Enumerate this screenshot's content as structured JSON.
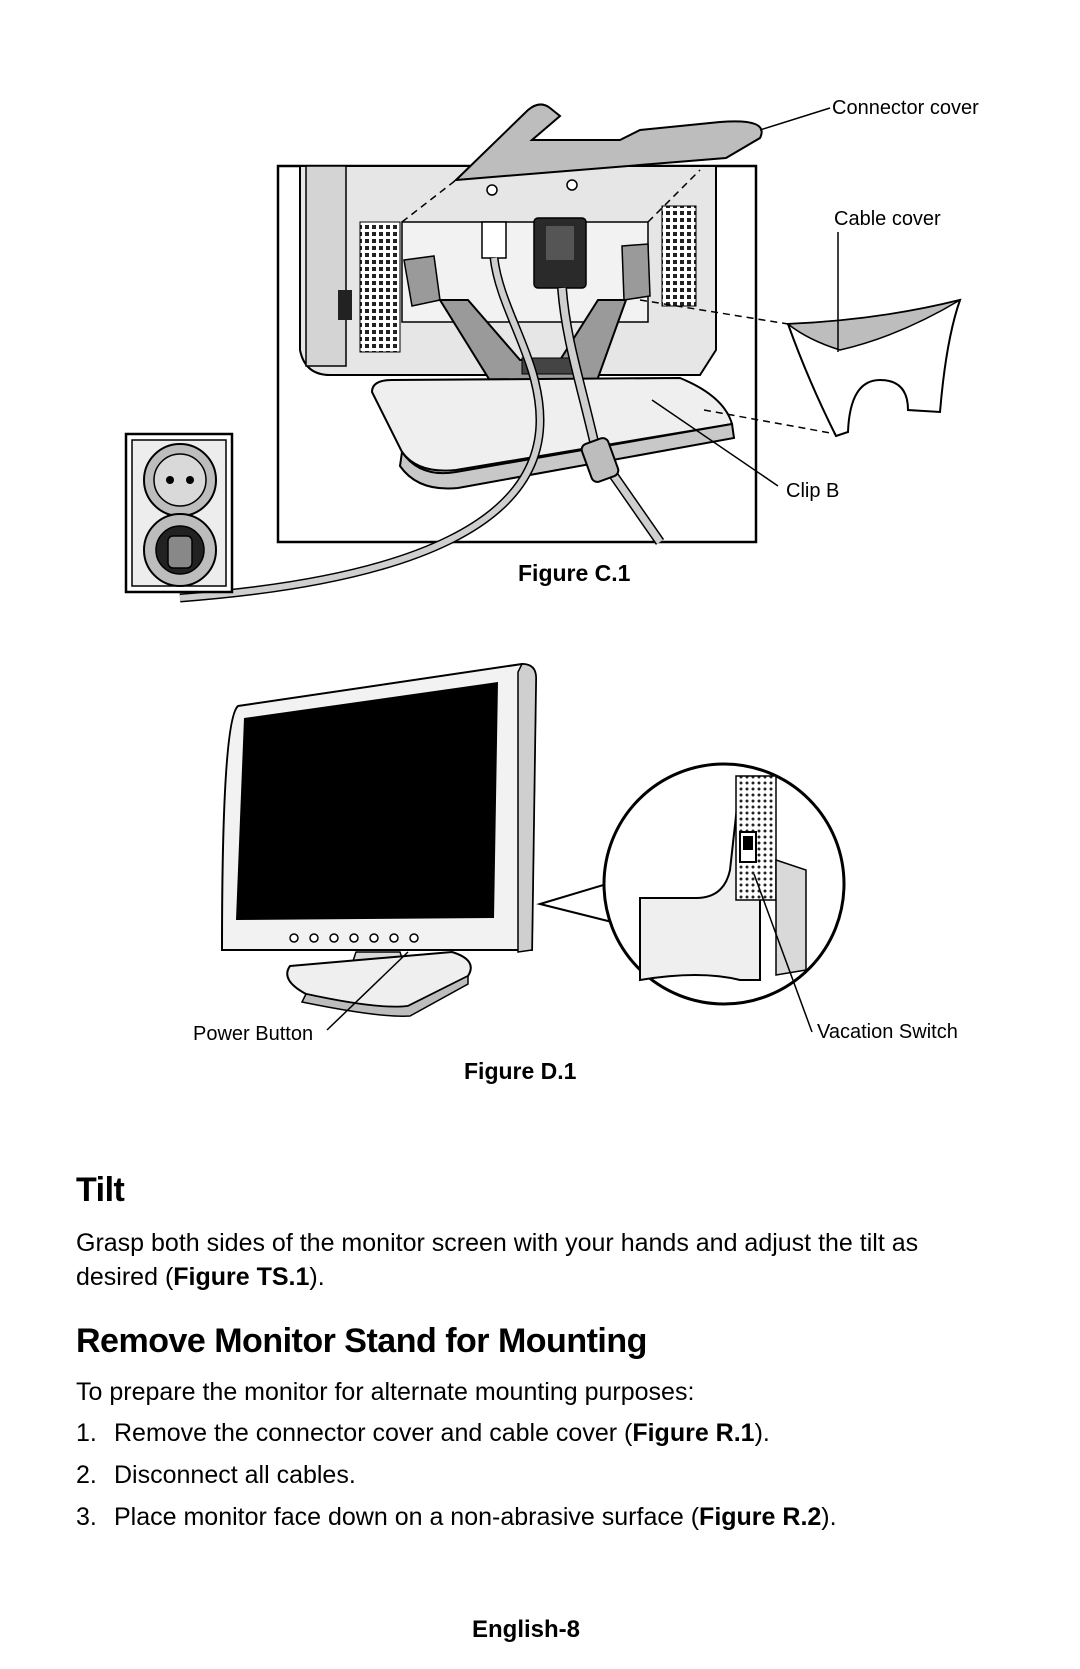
{
  "figure_c": {
    "caption": "Figure C.1",
    "labels": {
      "connector_cover": "Connector cover",
      "cable_cover": "Cable cover",
      "clip_b": "Clip B"
    }
  },
  "figure_d": {
    "caption": "Figure D.1",
    "labels": {
      "power_button": "Power Button",
      "vacation_switch": "Vacation Switch"
    }
  },
  "tilt": {
    "heading": "Tilt",
    "text_before": "Grasp both sides of the monitor screen with your hands and adjust the tilt as desired (",
    "ref": "Figure TS.1",
    "text_after": ")."
  },
  "remove_stand": {
    "heading": "Remove Monitor Stand for Mounting",
    "intro": "To prepare the monitor for alternate mounting purposes:",
    "steps": [
      {
        "num": "1.",
        "before": "Remove the connector cover and cable cover (",
        "ref": "Figure R.1",
        "after": ")."
      },
      {
        "num": "2.",
        "before": "Disconnect all cables.",
        "ref": "",
        "after": ""
      },
      {
        "num": "3.",
        "before": "Place monitor face down on a non-abrasive surface (",
        "ref": "Figure R.2",
        "after": ")."
      }
    ]
  },
  "footer": {
    "page_label": "English-8"
  }
}
